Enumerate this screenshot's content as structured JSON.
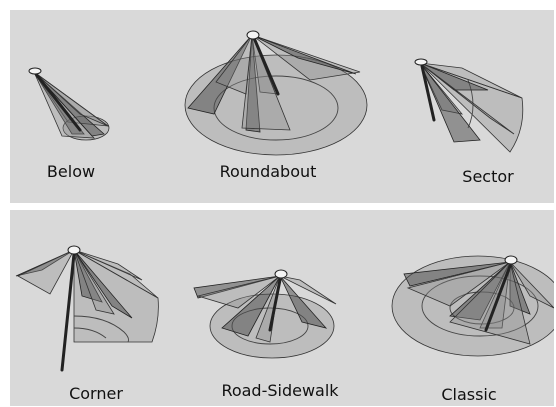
{
  "panels": {
    "top": {
      "items": [
        {
          "label": "Below"
        },
        {
          "label": "Roundabout"
        },
        {
          "label": "Sector"
        }
      ]
    },
    "bottom": {
      "items": [
        {
          "label": "Corner"
        },
        {
          "label": "Road-Sidewalk"
        },
        {
          "label": "Classic"
        }
      ]
    }
  }
}
